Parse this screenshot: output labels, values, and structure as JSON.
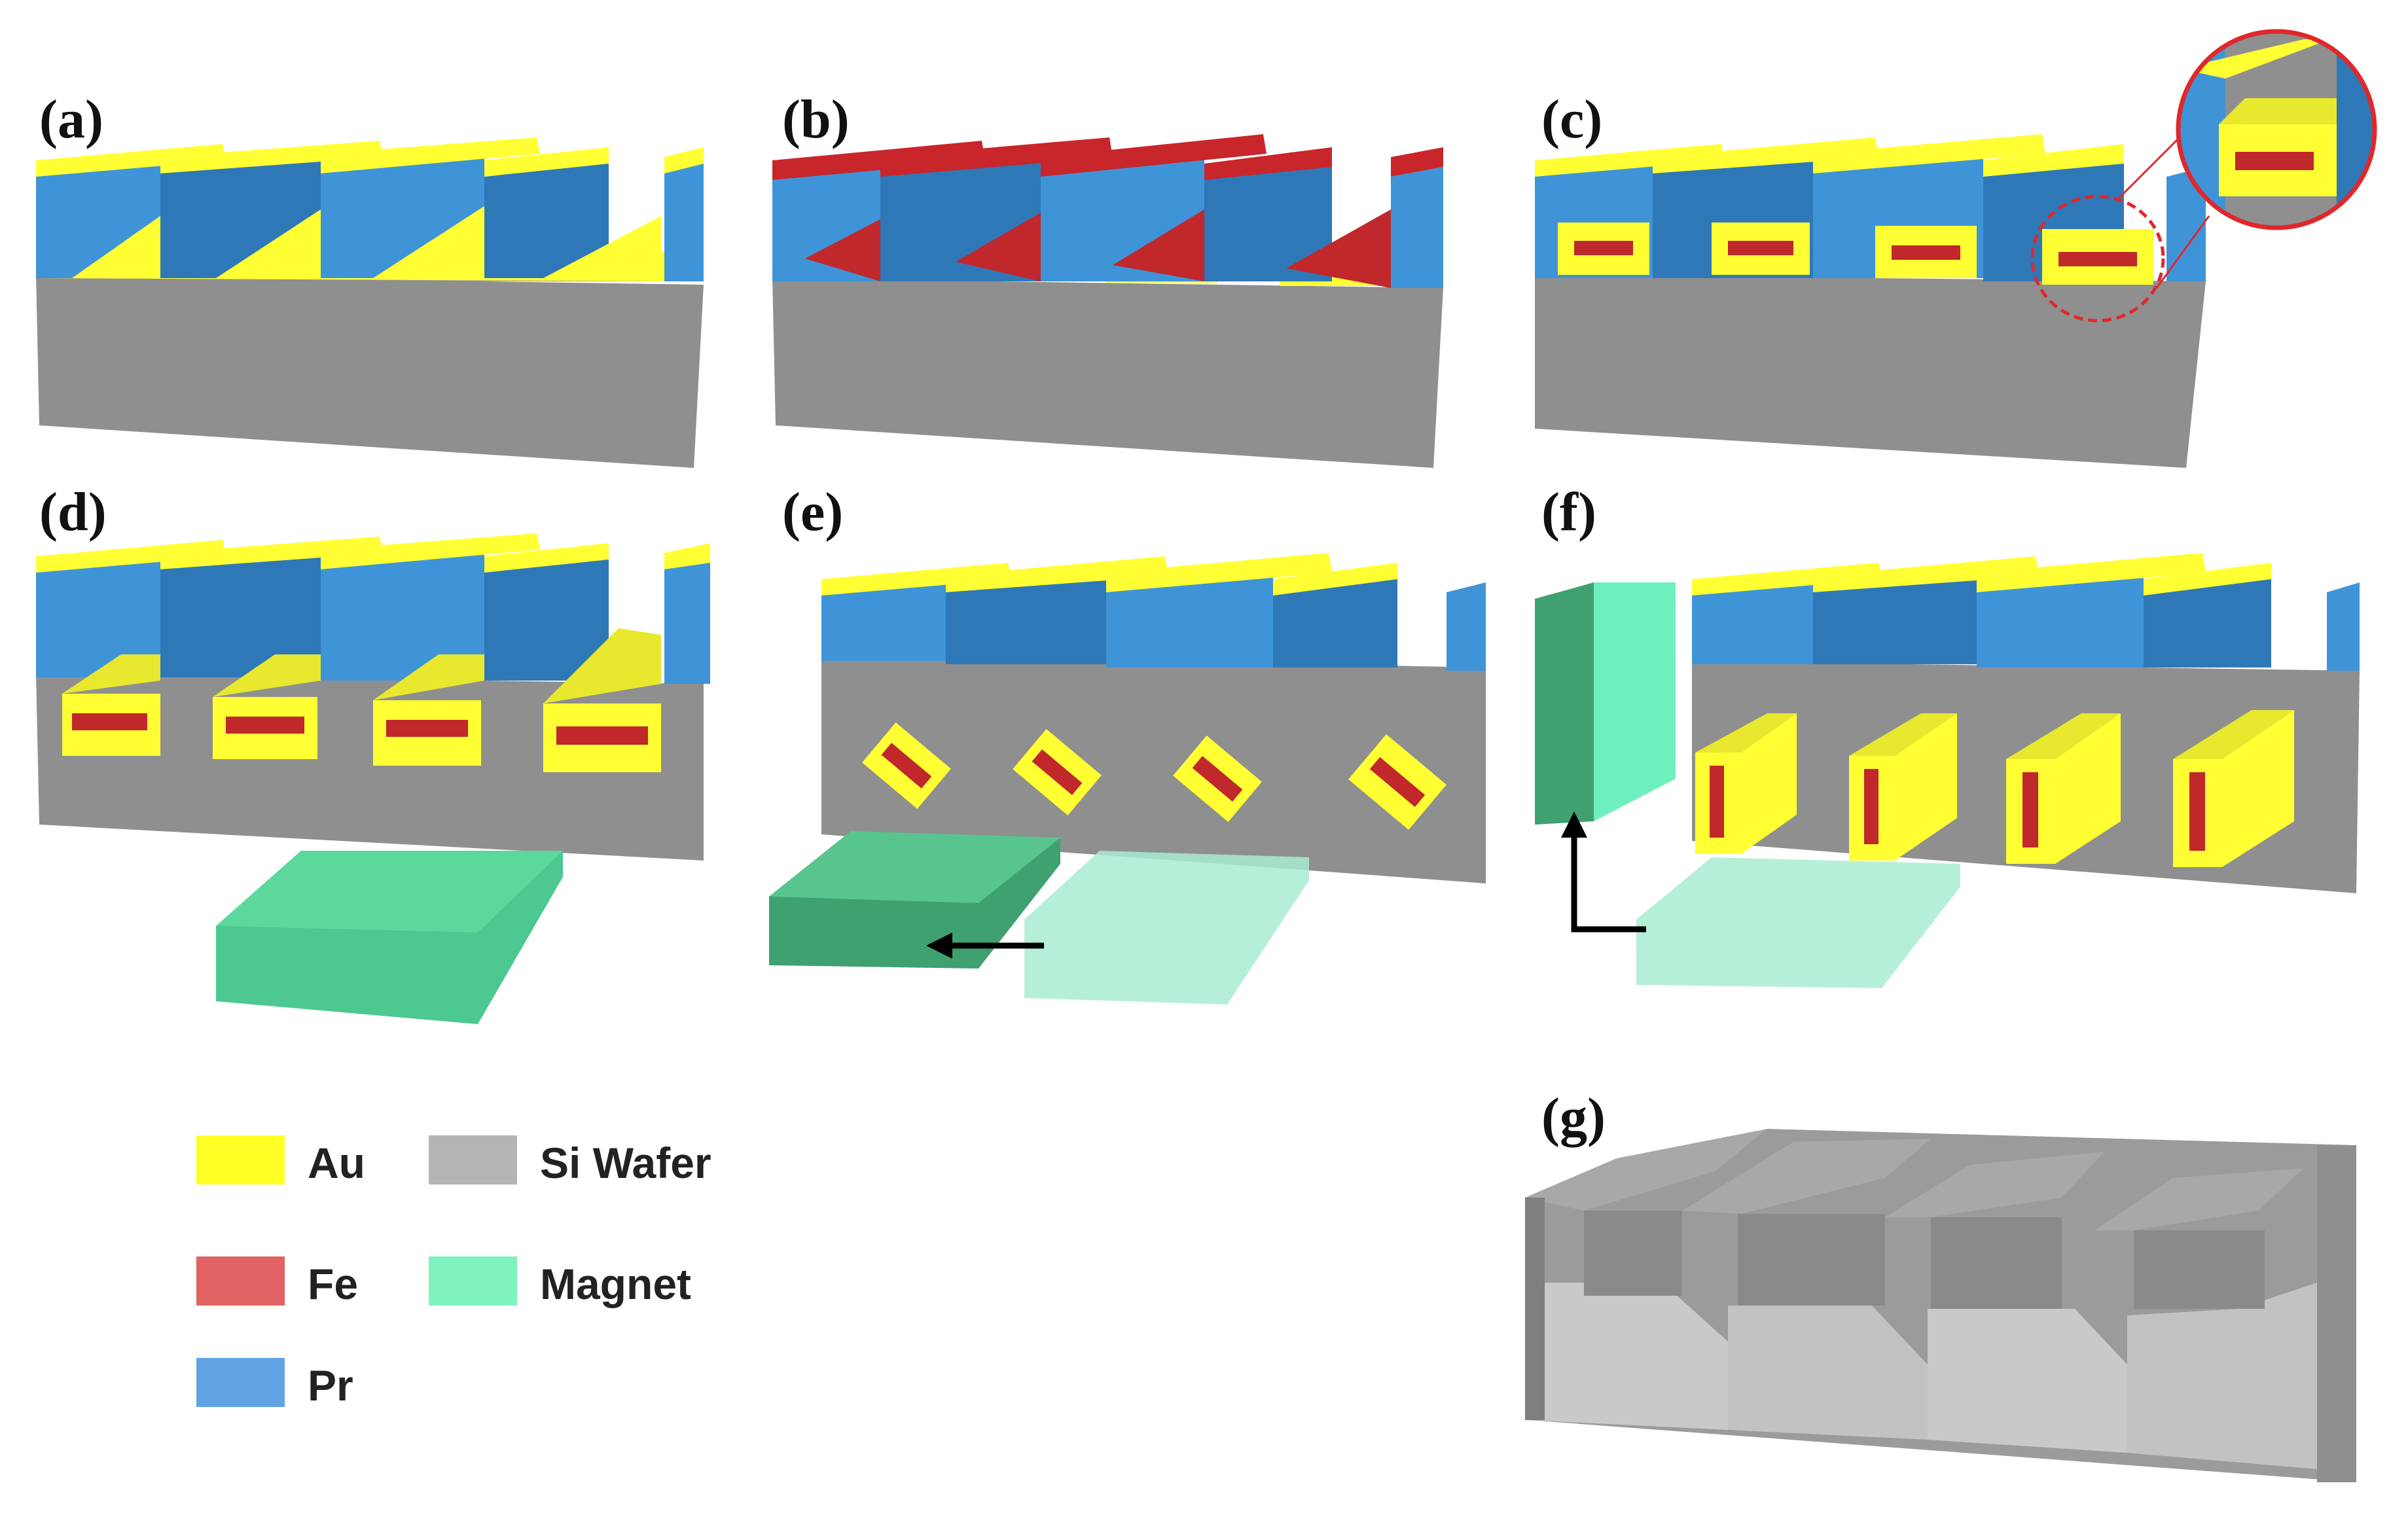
{
  "panels": [
    {
      "id": "a",
      "label": "(a)"
    },
    {
      "id": "b",
      "label": "(b)"
    },
    {
      "id": "c",
      "label": "(c)"
    },
    {
      "id": "d",
      "label": "(d)"
    },
    {
      "id": "e",
      "label": "(e)"
    },
    {
      "id": "f",
      "label": "(f)"
    },
    {
      "id": "g",
      "label": "(g)"
    }
  ],
  "legend": [
    {
      "name": "au",
      "label": "Au",
      "color": "#ffff26"
    },
    {
      "name": "si-wafer",
      "label": "Si Wafer",
      "color": "#b4b4b4"
    },
    {
      "name": "fe",
      "label": "Fe",
      "color": "#e06262"
    },
    {
      "name": "magnet",
      "label": "Magnet",
      "color": "#7ff2bf"
    },
    {
      "name": "pr",
      "label": "Pr",
      "color": "#60a4e3"
    }
  ],
  "colors": {
    "au": "#ffff26",
    "fe": "#c0282b",
    "pr": "#3e8fd4",
    "si": "#8d8d8d",
    "magnet": "#4cc890"
  }
}
